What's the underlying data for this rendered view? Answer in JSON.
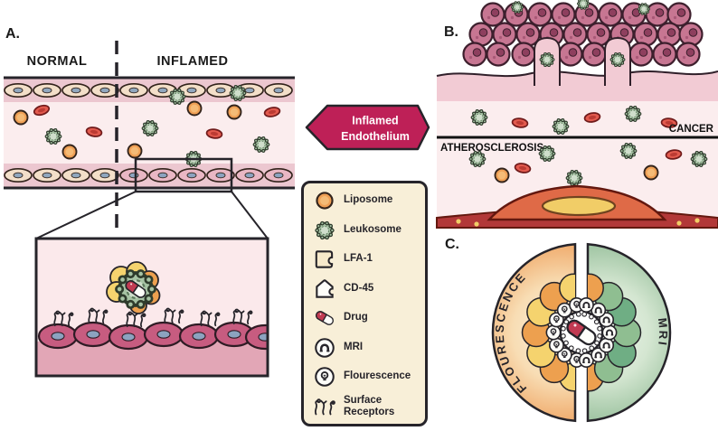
{
  "panels": {
    "a": {
      "label": "A.",
      "normal": "NORMAL",
      "inflamed": "INFLAMED"
    },
    "b": {
      "label": "B.",
      "cancer": "CANCER",
      "atherosclerosis": "ATHEROSCLEROSIS"
    },
    "c": {
      "label": "C.",
      "fluorescence": "FLOURESCENCE",
      "mri": "MRI"
    }
  },
  "banner": {
    "line1": "Inflamed",
    "line2": "Endothelium"
  },
  "legend": {
    "items": [
      {
        "label": "Liposome",
        "icon": "liposome-icon"
      },
      {
        "label": "Leukosome",
        "icon": "leukosome-icon"
      },
      {
        "label": "LFA-1",
        "icon": "lfa1-receptor-icon"
      },
      {
        "label": "CD-45",
        "icon": "cd45-receptor-icon"
      },
      {
        "label": "Drug",
        "icon": "drug-capsule-icon"
      },
      {
        "label": "MRI",
        "icon": "mri-magnet-icon"
      },
      {
        "label": "Flourescence",
        "icon": "fluorescence-bulb-icon"
      },
      {
        "label": "Surface Receptors",
        "icon": "surface-receptors-icon"
      }
    ]
  },
  "colors": {
    "banner": "#BE2057",
    "legend_background": "#F8EFD8",
    "liposome": "#F0A055",
    "leukosome": "#A7C3A4",
    "drug_red": "#C13A52",
    "fluorescence_half": "#EFA665",
    "mri_half": "#98C09C",
    "plaque": "#DF6A47",
    "lipid_core": "#F1CD67",
    "cancer_cell": "#C77692"
  }
}
